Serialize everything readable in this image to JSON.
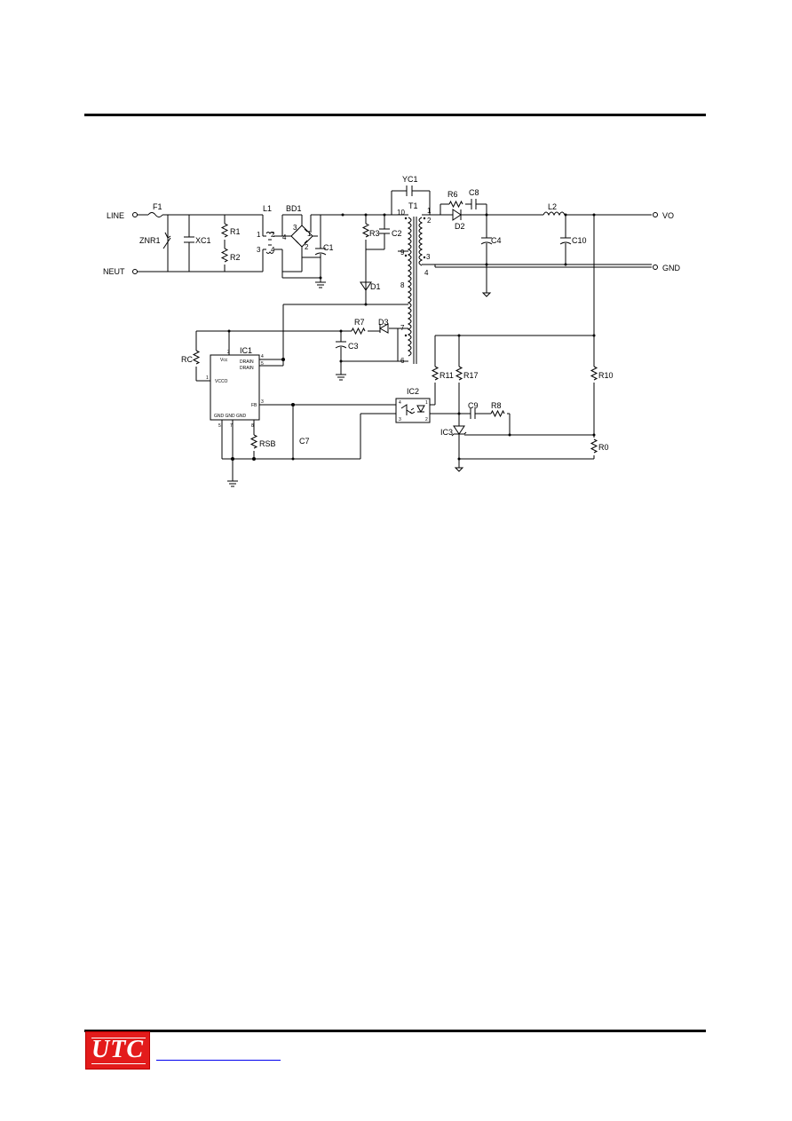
{
  "logo": {
    "text": "UTC"
  },
  "colors": {
    "logo_bg": "#e31b1b",
    "link": "#0000ee",
    "line": "#000000"
  },
  "schematic": {
    "terminals": {
      "line": "LINE",
      "neutral": "NEUT",
      "vout": "VO",
      "gnd": "GND"
    },
    "components": {
      "F1": "F1",
      "ZNR1": "ZNR1",
      "XC1": "XC1",
      "R1": "R1",
      "R2": "R2",
      "L1": "L1",
      "BD1": "BD1",
      "C1": "C1",
      "YC1": "YC1",
      "T1": "T1",
      "R3": "R3",
      "C2": "C2",
      "D1": "D1",
      "R6": "R6",
      "C8": "C8",
      "D2": "D2",
      "C4": "C4",
      "L2": "L2",
      "C10": "C10",
      "R7": "R7",
      "D3": "D3",
      "C3": "C3",
      "RC": "RC",
      "IC1": "IC1",
      "IC2": "IC2",
      "RSB": "RSB",
      "C7": "C7",
      "R10": "R10",
      "R11": "R11",
      "R17": "R17",
      "C9": "C9",
      "R8": "R8",
      "IC3": "IC3",
      "R9": "R0"
    },
    "pins": {
      "l1_1": "1",
      "l1_2": "2",
      "l1_3": "3",
      "l1_4": "4",
      "bd_1": "1",
      "bd_2": "2",
      "bd_3": "3",
      "bd_4": "4",
      "t1_10": "10",
      "t1_9": "9",
      "t1_8": "8",
      "t1_7": "7",
      "t1_6": "6",
      "t1_1": "1",
      "t1_2": "2",
      "t1_3": "3",
      "t1_4": "4",
      "ic1_2": "2",
      "ic1_1": "1",
      "ic1_4": "4",
      "ic1_5": "5",
      "ic1_3": "3",
      "ic1_b5": "5",
      "ic1_b7": "7",
      "ic1_b8": "8",
      "ic2_4": "4",
      "ic2_1": "1",
      "ic2_3": "3",
      "ic2_2": "2"
    },
    "ic1_labels": {
      "vcc": "Vcc",
      "drain1": "DRAIN",
      "drain2": "DRAIN",
      "vcc2": "VCCO",
      "fb": "FB",
      "gnd": "GND GND GND"
    }
  }
}
